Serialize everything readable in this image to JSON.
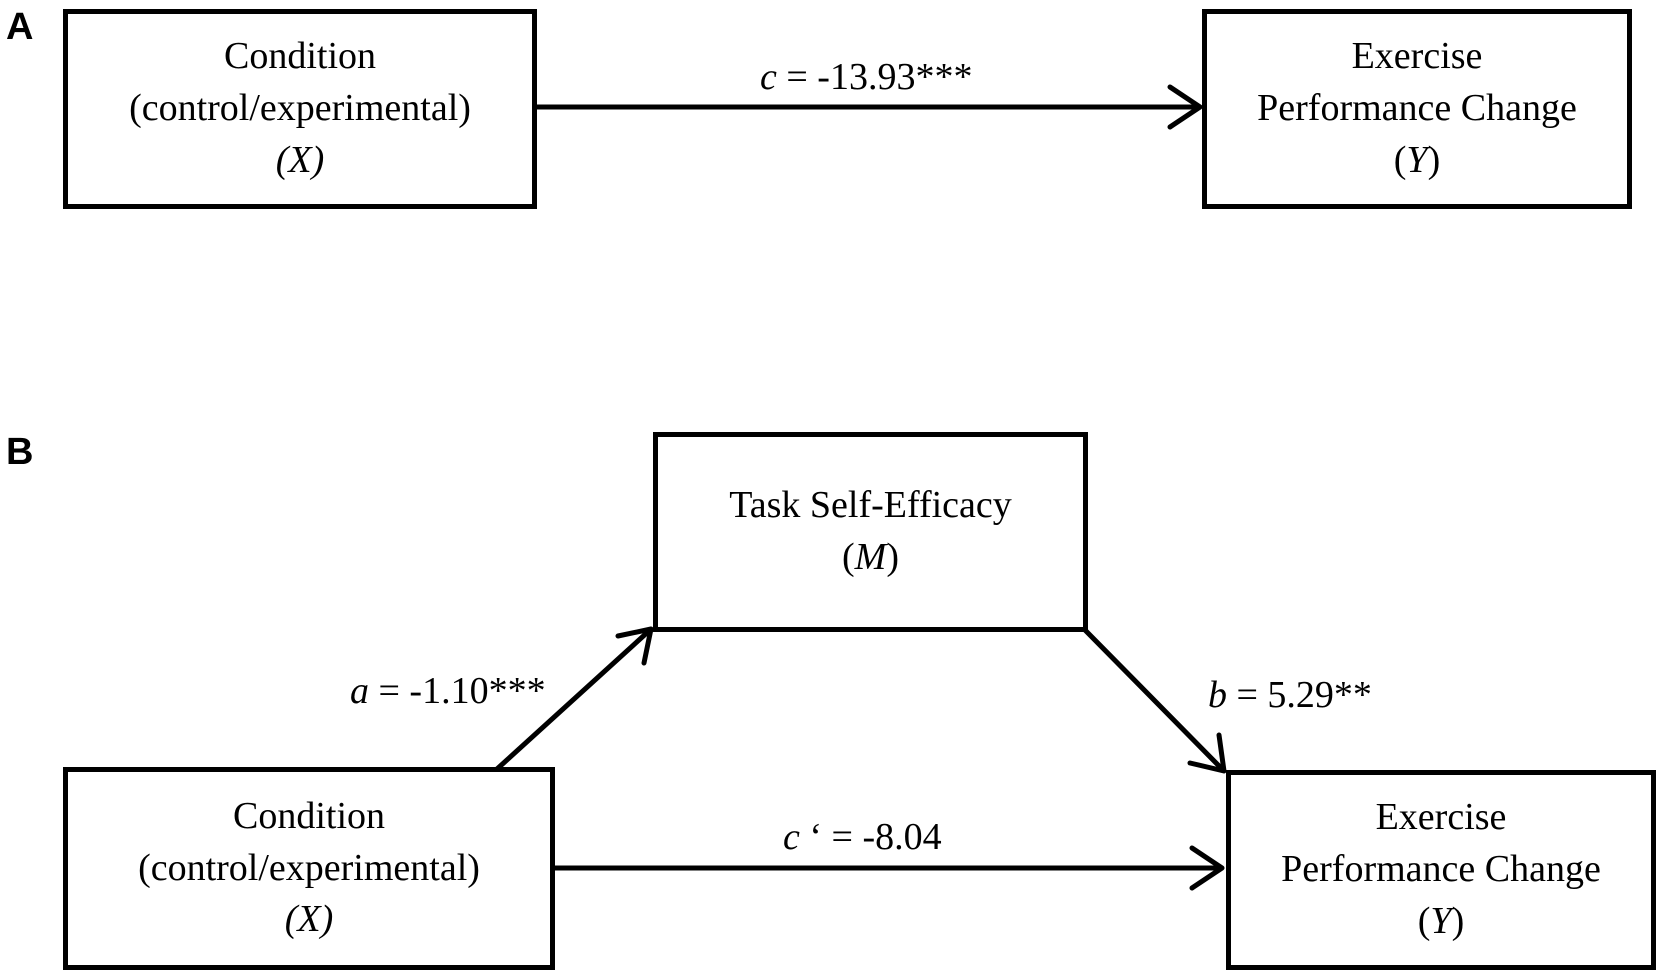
{
  "panel_a": {
    "label": "A",
    "x_box": {
      "line1": "Condition",
      "line2": "(control/experimental)",
      "var_open": "",
      "var_sym": "(X)",
      "var_close": ""
    },
    "y_box": {
      "line1": "Exercise",
      "line2": "Performance Change",
      "var_open": "(",
      "var_sym": "Y",
      "var_close": ")"
    },
    "path_c": {
      "sym": "c",
      "value": " = -13.93***"
    }
  },
  "panel_b": {
    "label": "B",
    "m_box": {
      "line1": "Task Self-Efficacy",
      "var_open": "(",
      "var_sym": "M",
      "var_close": ")"
    },
    "x_box": {
      "line1": "Condition",
      "line2": "(control/experimental)",
      "var_open": "",
      "var_sym": "(X)",
      "var_close": ""
    },
    "y_box": {
      "line1": "Exercise",
      "line2": "Performance Change",
      "var_open": "(",
      "var_sym": "Y",
      "var_close": ")"
    },
    "path_a": {
      "sym": "a",
      "value": " = -1.10***"
    },
    "path_b": {
      "sym": "b",
      "value": " = 5.29**"
    },
    "path_c_prime": {
      "sym": "c",
      "value": " ‘ = -8.04"
    }
  }
}
